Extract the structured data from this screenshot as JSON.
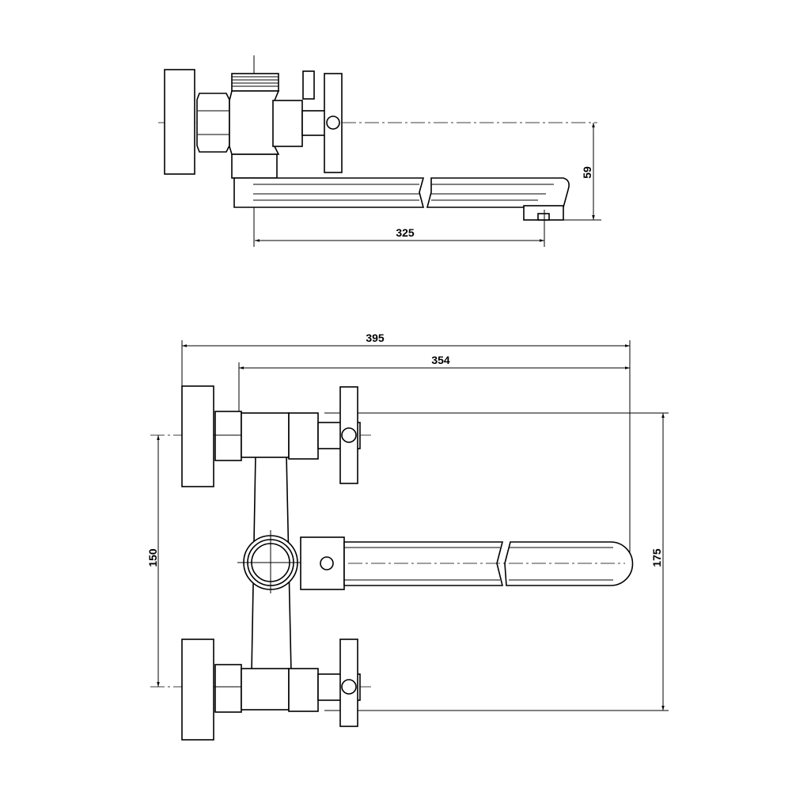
{
  "drawing": {
    "side_view": {
      "dims": {
        "spout_length": "325",
        "spout_drop": "59"
      }
    },
    "top_view": {
      "dims": {
        "overall_width": "395",
        "spout_reach": "354",
        "inlet_spacing": "150",
        "overall_height": "175"
      }
    }
  },
  "colors": {
    "line": "#000000",
    "background": "#ffffff"
  }
}
